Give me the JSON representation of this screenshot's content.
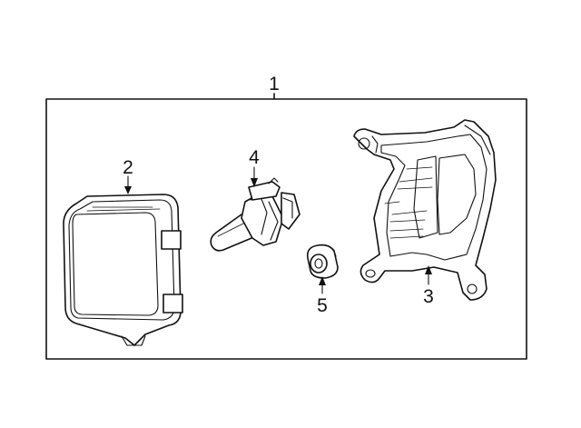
{
  "diagram": {
    "callouts": {
      "assembly": "1",
      "lens": "2",
      "bracket": "3",
      "bulb": "4",
      "grommet": "5"
    }
  }
}
